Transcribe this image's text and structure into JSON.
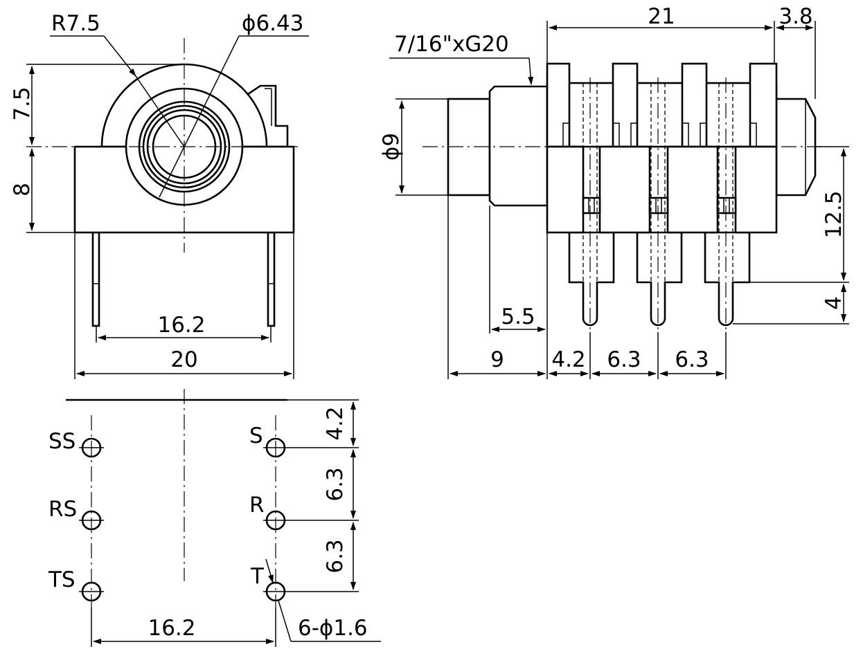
{
  "front_view": {
    "radius_label": "R7.5",
    "bore_label": "ϕ6.43",
    "height_top_label": "7.5",
    "height_bottom_label": "8",
    "pin_span_label": "16.2",
    "width_label": "20"
  },
  "side_view": {
    "thread_label": "7/16\"xG20",
    "length_label": "21",
    "tail_label": "3.8",
    "nose_dia_label": "ϕ9",
    "height_label": "12.5",
    "pin_len_label": "4",
    "thread_len_label": "5.5",
    "nose_len_label": "9",
    "first_pitch_label": "4.2",
    "pitch_label_1": "6.3",
    "pitch_label_2": "6.3"
  },
  "footprint": {
    "pins_left": [
      "SS",
      "RS",
      "TS"
    ],
    "pins_right": [
      "S",
      "R",
      "T"
    ],
    "top_offset_label": "4.2",
    "pitch_label_1": "6.3",
    "pitch_label_2": "6.3",
    "span_label": "16.2",
    "hole_label": "6-ϕ1.6"
  },
  "colors": {
    "line": "#000000",
    "background": "#ffffff"
  }
}
